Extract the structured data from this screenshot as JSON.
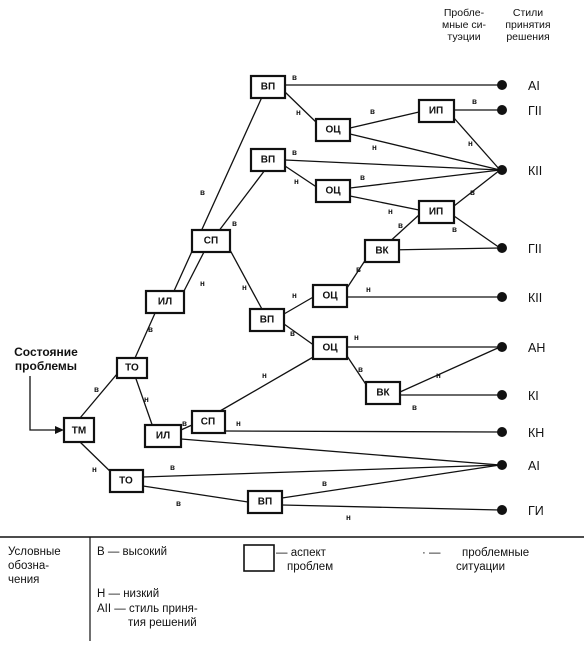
{
  "header": {
    "problem_situations": [
      "Пробле-",
      "мные си-",
      "туэции"
    ],
    "decision_styles": [
      "Стили",
      "принятия",
      "решения"
    ]
  },
  "state_label": [
    "Состояние",
    "проблемы"
  ],
  "nodes": {
    "tm": "ТМ",
    "to1": "ТО",
    "to2": "ТО",
    "il1": "ИЛ",
    "il2": "ИЛ",
    "sp1": "СП",
    "sp2": "СП",
    "vp1": "ВП",
    "vp2": "ВП",
    "vp3": "ВП",
    "vp4": "ВП",
    "oc1": "ОЦ",
    "oc2": "ОЦ",
    "oc3": "ОЦ",
    "oc4": "ОЦ",
    "ip1": "ИП",
    "ip2": "ИП",
    "vk1": "ВК",
    "vk2": "ВК"
  },
  "outcomes": [
    "AI",
    "ГII",
    "КII",
    "ГII",
    "КII",
    "АН",
    "КI",
    "КН",
    "AI",
    "ГИ"
  ],
  "branch_labels": {
    "high": "в",
    "low": "н"
  },
  "legend": {
    "title": [
      "Условные",
      "обозна-",
      "чения"
    ],
    "high": "В — высокий",
    "low": "Н — низкий",
    "style": [
      "АII — стиль приня-",
      "тия решений"
    ],
    "aspect": [
      "— аспект",
      "проблем"
    ],
    "situation_dot": "· —",
    "situation": [
      "проблемные",
      "ситуации"
    ]
  }
}
